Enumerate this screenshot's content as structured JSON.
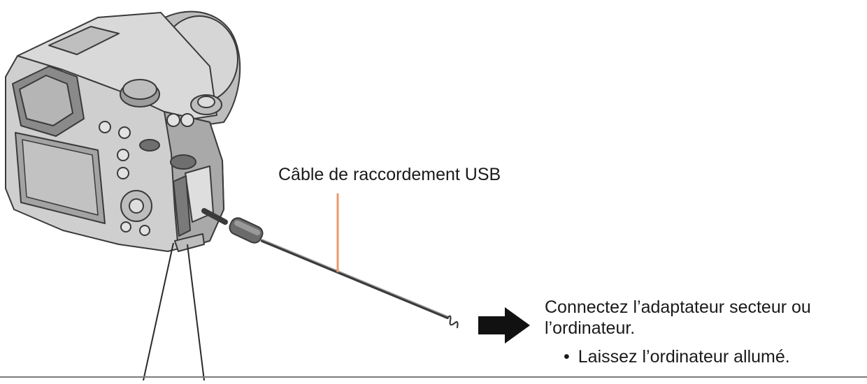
{
  "diagram": {
    "cable_label": "Câble de raccordement USB",
    "instruction_line_1": "Connectez l’adaptateur secteur ou",
    "instruction_line_2": "l’ordinateur.",
    "bullet_symbol": "•",
    "bullet_text": "Laissez l’ordinateur allumé.",
    "colors": {
      "leader_line": "#e89a6a",
      "outline": "#3a3a3a",
      "body_fill": "#cfcfcf",
      "body_shadow": "#a9a9a9",
      "arrow": "#111111"
    },
    "icons": [
      "camera-illustration",
      "usb-cable",
      "right-arrow-icon"
    ]
  }
}
